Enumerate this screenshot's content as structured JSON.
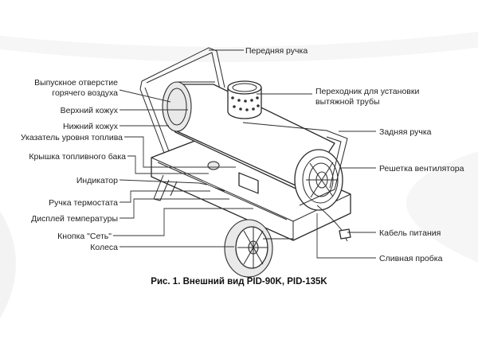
{
  "caption": "Рис. 1. Внешний вид PID-90K, PID-135K",
  "labels": {
    "front_handle": "Передняя ручка",
    "outlet_line1": "Выпускное отверстие",
    "outlet_line2": "горячего воздуха",
    "upper_casing": "Верхний кожух",
    "adapter_line1": "Переходник для установки",
    "adapter_line2": "вытяжной трубы",
    "lower_casing": "Нижний кожух",
    "rear_handle": "Задняя ручка",
    "fuel_gauge": "Указатель уровня топлива",
    "tank_cap": "Крышка топливного бака",
    "fan_grille": "Решетка вентилятора",
    "indicator": "Индикатор",
    "thermostat": "Ручка термостата",
    "temp_display": "Дисплей температуры",
    "power_cable": "Кабель питания",
    "power_button": "Кнопка \"Сеть\"",
    "wheels": "Колеса",
    "drain_plug": "Сливная пробка"
  }
}
